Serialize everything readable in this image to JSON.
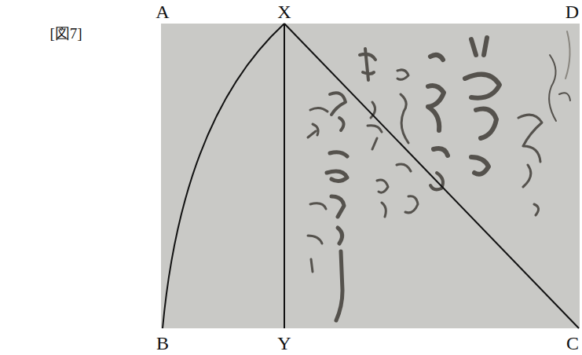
{
  "diagram": {
    "labels": [
      "[図7]",
      "A",
      "X",
      "D",
      "B",
      "Y",
      "C"
    ]
  }
}
